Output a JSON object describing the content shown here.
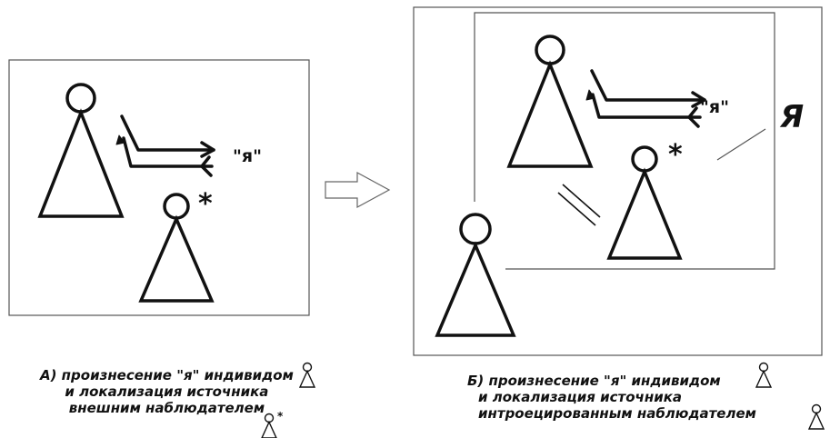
{
  "panel_a": {
    "speech_label": "\"я\"",
    "observer_mark": "*",
    "caption": {
      "line1": "А) произнесение \"я\" индивидом",
      "line2": "и локализация источника",
      "line3": "внешним наблюдателем",
      "observer_mark": "*"
    }
  },
  "panel_b": {
    "speech_label": "\"я\"",
    "observer_mark": "*",
    "self_label": "Я",
    "caption": {
      "line1": "Б) произнесение \"я\" индивидом",
      "line2": "и локализация источника",
      "line3": "интроецированным наблюдателем"
    }
  },
  "colors": {
    "ink": "#111111",
    "frame": "#555555",
    "background": "#ffffff"
  }
}
